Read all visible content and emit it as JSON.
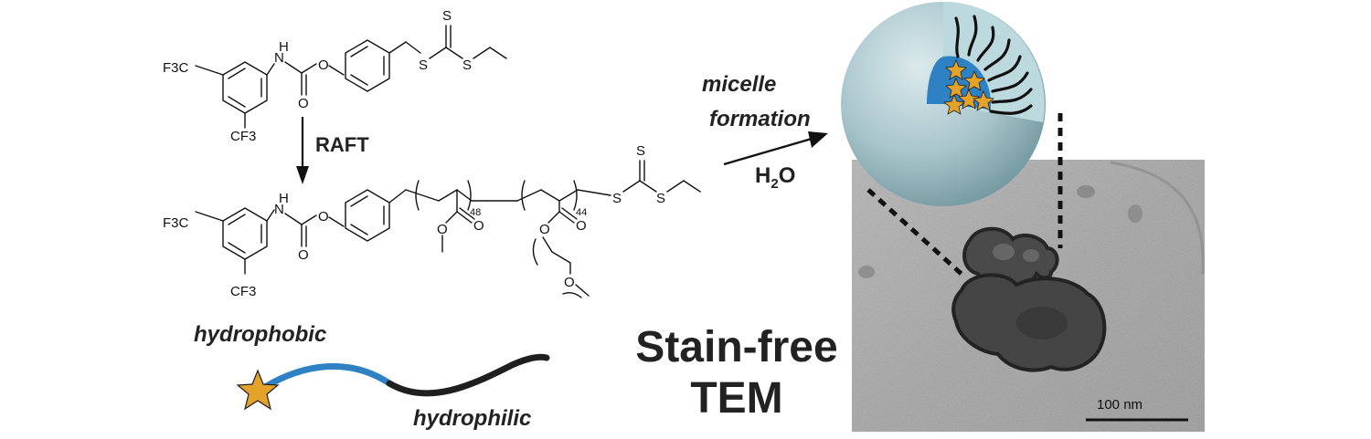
{
  "monomer": {
    "f3c": "F3C",
    "cf3": "CF3",
    "nh": "N",
    "h": "H",
    "o1": "O",
    "o2": "O",
    "s1": "S",
    "s2": "S",
    "s3": "S"
  },
  "reaction": {
    "label": "RAFT"
  },
  "polymer": {
    "f3c": "F3C",
    "cf3": "CF3",
    "nh": "N",
    "h": "H",
    "o1": "O",
    "o2": "O",
    "block1_subscript": "48",
    "block2_subscript": "44",
    "ester_o1": "O",
    "ester_o2": "O",
    "ester_o3": "O",
    "ester_o4": "O",
    "peg_o": "O",
    "s1": "S",
    "s2": "S",
    "s3": "S"
  },
  "legend": {
    "hydrophobic": "hydrophobic",
    "hydrophilic": "hydrophilic",
    "hydrophobic_color": "#2e82c4",
    "hydrophilic_color": "#1f1f1f",
    "star_color": "#e3a22a"
  },
  "assembly": {
    "step_line1": "micelle",
    "step_line2": "formation",
    "solvent": "H2O"
  },
  "micelle": {
    "shell_color": "#a9c6cc",
    "core_color": "#2e82c4"
  },
  "tem": {
    "title_line1": "Stain-free",
    "title_line2": "TEM",
    "scale_bar": "100 nm"
  }
}
